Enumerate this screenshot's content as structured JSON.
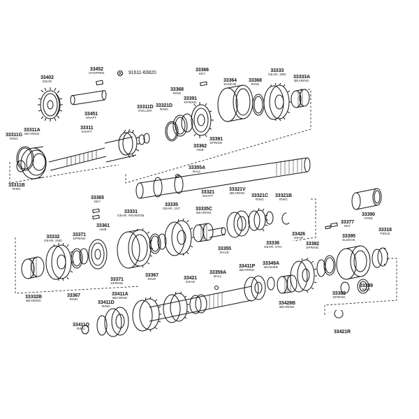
{
  "parts": [
    {
      "id": "p33402",
      "pn": "33402",
      "names": [
        "GEAR"
      ]
    },
    {
      "id": "p33452",
      "pn": "33452",
      "names": [
        "STOPPER"
      ]
    },
    {
      "id": "p33451",
      "pn": "33451",
      "names": [
        "SHAFT"
      ]
    },
    {
      "id": "bolt",
      "pn": "91611-60820",
      "names": []
    },
    {
      "id": "p33311D",
      "pn": "33311D",
      "names": [
        "ROLLER"
      ]
    },
    {
      "id": "p33311G",
      "pn": "33311G",
      "names": [
        "RING"
      ]
    },
    {
      "id": "p33311A",
      "pn": "33311A",
      "names": [
        "BEARING"
      ]
    },
    {
      "id": "p33311",
      "pn": "33311",
      "names": [
        "SHAFT"
      ]
    },
    {
      "id": "p33311B",
      "pn": "33311B",
      "names": [
        "RING"
      ]
    },
    {
      "id": "p33366",
      "pn": "33366",
      "names": [
        "KEY"
      ]
    },
    {
      "id": "p33368a",
      "pn": "33368",
      "names": [
        "RING"
      ]
    },
    {
      "id": "p33391a",
      "pn": "33391",
      "names": [
        "SPRING"
      ]
    },
    {
      "id": "p33321D",
      "pn": "33321D",
      "names": [
        "RING"
      ]
    },
    {
      "id": "p33362",
      "pn": "33362",
      "names": [
        "HUB"
      ]
    },
    {
      "id": "p33391b",
      "pn": "33391",
      "names": [
        "SPRING"
      ]
    },
    {
      "id": "p33364",
      "pn": "33364",
      "names": [
        "SLEEVE"
      ]
    },
    {
      "id": "p33368b",
      "pn": "33368",
      "names": [
        "RING"
      ]
    },
    {
      "id": "p33333",
      "pn": "33333",
      "names": [
        "GEAR, 3RD"
      ]
    },
    {
      "id": "p33333A",
      "pn": "33333A",
      "names": [
        "BEARING"
      ]
    },
    {
      "id": "p33355A",
      "pn": "33355A",
      "names": [
        "BALL"
      ]
    },
    {
      "id": "p33321",
      "pn": "33321",
      "names": [
        "SHAFT"
      ]
    },
    {
      "id": "p33335",
      "pn": "33335",
      "names": [
        "GEAR, 1ST"
      ]
    },
    {
      "id": "p33321V",
      "pn": "33321V",
      "names": [
        "BEARING"
      ]
    },
    {
      "id": "p33321C",
      "pn": "33321C",
      "names": [
        "RING"
      ]
    },
    {
      "id": "p33321B",
      "pn": "33321B",
      "names": [
        "RING"
      ]
    },
    {
      "id": "p33365",
      "pn": "33365",
      "names": [
        "KEY"
      ]
    },
    {
      "id": "p33331",
      "pn": "33331",
      "names": [
        "GEAR, REVERSE"
      ]
    },
    {
      "id": "p33335C",
      "pn": "33335C",
      "names": [
        "BEARING"
      ]
    },
    {
      "id": "p33355",
      "pn": "33355",
      "names": [
        "RACE"
      ]
    },
    {
      "id": "p33336",
      "pn": "33336",
      "names": [
        "GEAR, 5TH"
      ]
    },
    {
      "id": "p33332",
      "pn": "33332",
      "names": [
        "GEAR, 2ND"
      ]
    },
    {
      "id": "p33371a",
      "pn": "33371",
      "names": [
        "SPRING"
      ]
    },
    {
      "id": "p33361",
      "pn": "33361",
      "names": [
        "HUB"
      ]
    },
    {
      "id": "p33332B",
      "pn": "33332B",
      "names": [
        "BEARING"
      ]
    },
    {
      "id": "p33367a",
      "pn": "33367",
      "names": [
        "RING"
      ]
    },
    {
      "id": "p33371b",
      "pn": "33371",
      "names": [
        "SPRING"
      ]
    },
    {
      "id": "p33367b",
      "pn": "33367",
      "names": [
        "RING"
      ]
    },
    {
      "id": "p33390",
      "pn": "33390",
      "names": [
        "YOKE"
      ]
    },
    {
      "id": "p33377",
      "pn": "33377",
      "names": [
        "KEY"
      ]
    },
    {
      "id": "p33318",
      "pn": "33318",
      "names": [
        "PIECE"
      ]
    },
    {
      "id": "p33426",
      "pn": "33426",
      "names": [
        "GEAR"
      ]
    },
    {
      "id": "p33382a",
      "pn": "33382",
      "names": [
        "SPRING"
      ]
    },
    {
      "id": "p33395",
      "pn": "33395",
      "names": [
        "SLEEVE"
      ]
    },
    {
      "id": "p33359A",
      "pn": "33359A",
      "names": [
        "BALL"
      ]
    },
    {
      "id": "p33411P",
      "pn": "33411P",
      "names": [
        "BEARING"
      ]
    },
    {
      "id": "p33349A",
      "pn": "33349A",
      "names": [
        "WASHER"
      ]
    },
    {
      "id": "p33421",
      "pn": "33421",
      "names": [
        "GEAR"
      ]
    },
    {
      "id": "p33428B",
      "pn": "33428B",
      "names": [
        "BEARING"
      ]
    },
    {
      "id": "p33382b",
      "pn": "33382",
      "names": [
        "SPRING"
      ]
    },
    {
      "id": "p33389",
      "pn": "33389",
      "names": [
        "RING"
      ]
    },
    {
      "id": "p33411D",
      "pn": "33411D",
      "names": [
        "RING"
      ]
    },
    {
      "id": "p33411A",
      "pn": "33411A",
      "names": [
        "BEARING"
      ]
    },
    {
      "id": "p33411Q",
      "pn": "33411Q",
      "names": [
        "RING"
      ]
    },
    {
      "id": "p33421R",
      "pn": "33421R",
      "names": []
    }
  ],
  "colors": {
    "ink": "#111111",
    "paper": "#ffffff"
  }
}
